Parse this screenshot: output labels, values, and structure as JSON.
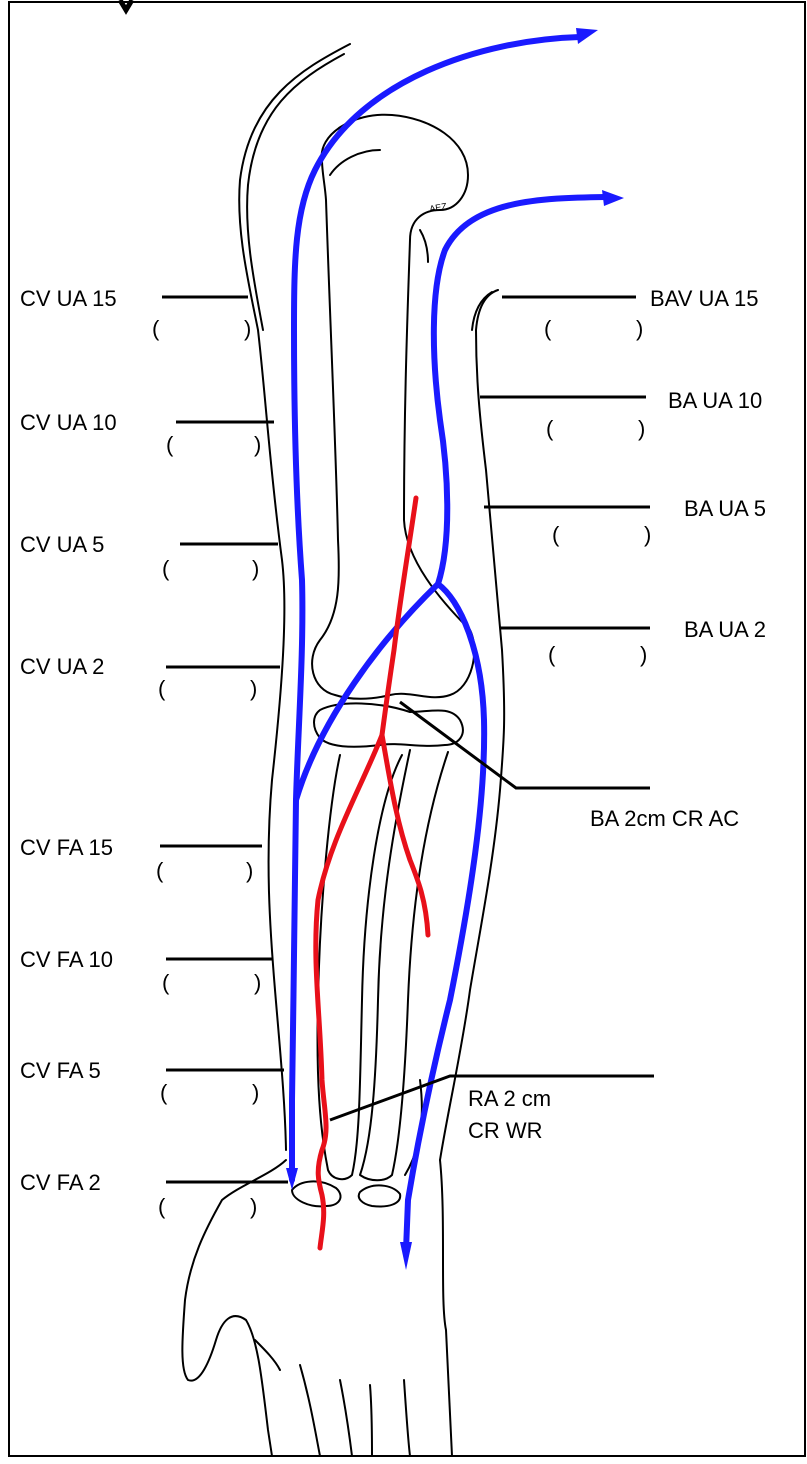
{
  "diagram": {
    "colors": {
      "vein": "#1a1aff",
      "artery": "#e8101a",
      "outline": "#000000",
      "background": "#ffffff"
    },
    "artist_mark": "AEZ",
    "paren_open": "(",
    "paren_close": ")",
    "left_labels": [
      {
        "id": "cv-ua-15",
        "text": "CV UA 15"
      },
      {
        "id": "cv-ua-10",
        "text": "CV UA 10"
      },
      {
        "id": "cv-ua-5",
        "text": "CV UA 5"
      },
      {
        "id": "cv-ua-2",
        "text": "CV UA 2"
      },
      {
        "id": "cv-fa-15",
        "text": "CV FA 15"
      },
      {
        "id": "cv-fa-10",
        "text": "CV FA 10"
      },
      {
        "id": "cv-fa-5",
        "text": "CV FA 5"
      },
      {
        "id": "cv-fa-2",
        "text": "CV FA 2"
      }
    ],
    "right_labels": [
      {
        "id": "bav-ua-15",
        "text": "BAV UA 15"
      },
      {
        "id": "ba-ua-10",
        "text": "BA UA 10"
      },
      {
        "id": "ba-ua-5",
        "text": "BA UA 5"
      },
      {
        "id": "ba-ua-2",
        "text": "BA UA 2"
      }
    ],
    "ba_ac_label": "BA 2cm CR AC",
    "ra_label": {
      "line1": "RA 2 cm",
      "line2": "CR WR"
    }
  }
}
